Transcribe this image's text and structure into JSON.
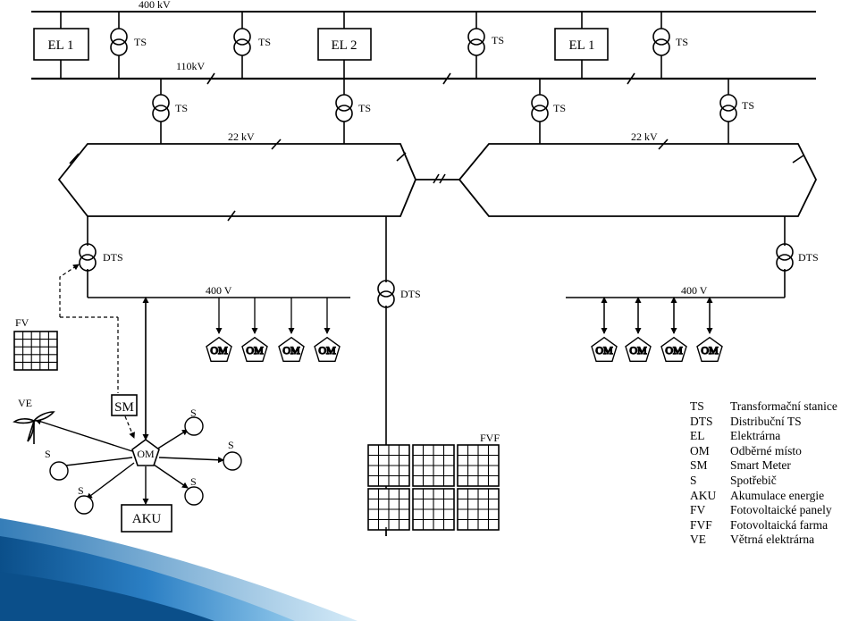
{
  "voltage": {
    "hv400": "400 kV",
    "hv110": "110kV",
    "mv_left": "22 kV",
    "mv_right": "22 kV",
    "lv_left": "400 V",
    "lv_right": "400 V"
  },
  "power_plants": [
    "EL 1",
    "EL 2",
    "EL 1"
  ],
  "transformers": {
    "ts": "TS",
    "dts": "DTS"
  },
  "consumption_point": "OM",
  "smart_meter": "SM",
  "storage": "AKU",
  "appliance": "S",
  "pv_label": "FV",
  "pv_farm_label": "FVF",
  "wind_label": "VE",
  "legend": [
    {
      "abbr": "TS",
      "desc": "Transformační stanice"
    },
    {
      "abbr": "DTS",
      "desc": "Distribuční TS"
    },
    {
      "abbr": "EL",
      "desc": "Elektrárna"
    },
    {
      "abbr": "OM",
      "desc": "Odběrné místo"
    },
    {
      "abbr": "SM",
      "desc": "Smart Meter"
    },
    {
      "abbr": "S",
      "desc": "Spotřebič"
    },
    {
      "abbr": "AKU",
      "desc": "Akumulace energie"
    },
    {
      "abbr": "FV",
      "desc": "Fotovoltaické panely"
    },
    {
      "abbr": "FVF",
      "desc": "Fotovoltaická farma"
    },
    {
      "abbr": "VE",
      "desc": "Větrná elektrárna"
    }
  ],
  "colors": {
    "line": "#000000",
    "decor_dark": "#0b4f8a",
    "decor_mid": "#2b7fc4",
    "decor_light": "#8ec6ea"
  }
}
